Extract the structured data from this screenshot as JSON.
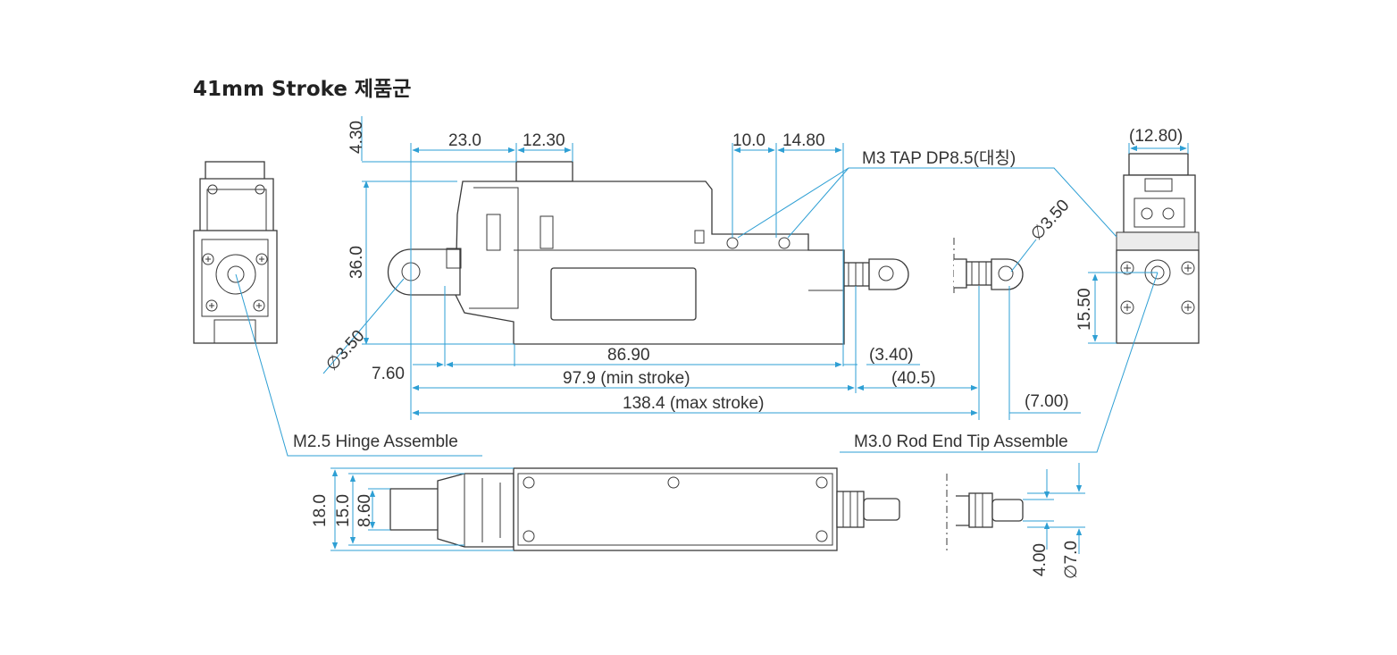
{
  "title": "41mm Stroke 제품군",
  "colors": {
    "dimension": "#2e9fd4",
    "outline": "#3a3a3a",
    "text": "#333333"
  },
  "side_view": {
    "dim_height": "4.30",
    "dim_body_height": "36.0",
    "dim_top_left": "23.0",
    "dim_top_mid": "12.30",
    "dim_hole_pitch": "10.0",
    "dim_hole_offset": "14.80",
    "tap_note": "M3 TAP DP8.5(대칭)",
    "dim_hinge_dia": "∅3.50",
    "dim_rod_dia": "∅3.50",
    "dim_body_length": "86.90",
    "dim_hinge_offset": "7.60",
    "dim_min_stroke": "97.9 (min stroke)",
    "dim_max_stroke": "138.4 (max stroke)",
    "dim_rod_offset": "(3.40)",
    "dim_extension": "(40.5)",
    "dim_rod_tip": "(7.00)"
  },
  "end_view": {
    "dim_width": "(12.80)",
    "dim_height": "15.50"
  },
  "callouts": {
    "hinge": "M2.5 Hinge Assemble",
    "rod_end": "M3.0 Rod End Tip Assemble"
  },
  "top_view": {
    "dim_18": "18.0",
    "dim_15": "15.0",
    "dim_860": "8.60",
    "dim_400": "4.00",
    "dim_700": "∅7.0"
  }
}
